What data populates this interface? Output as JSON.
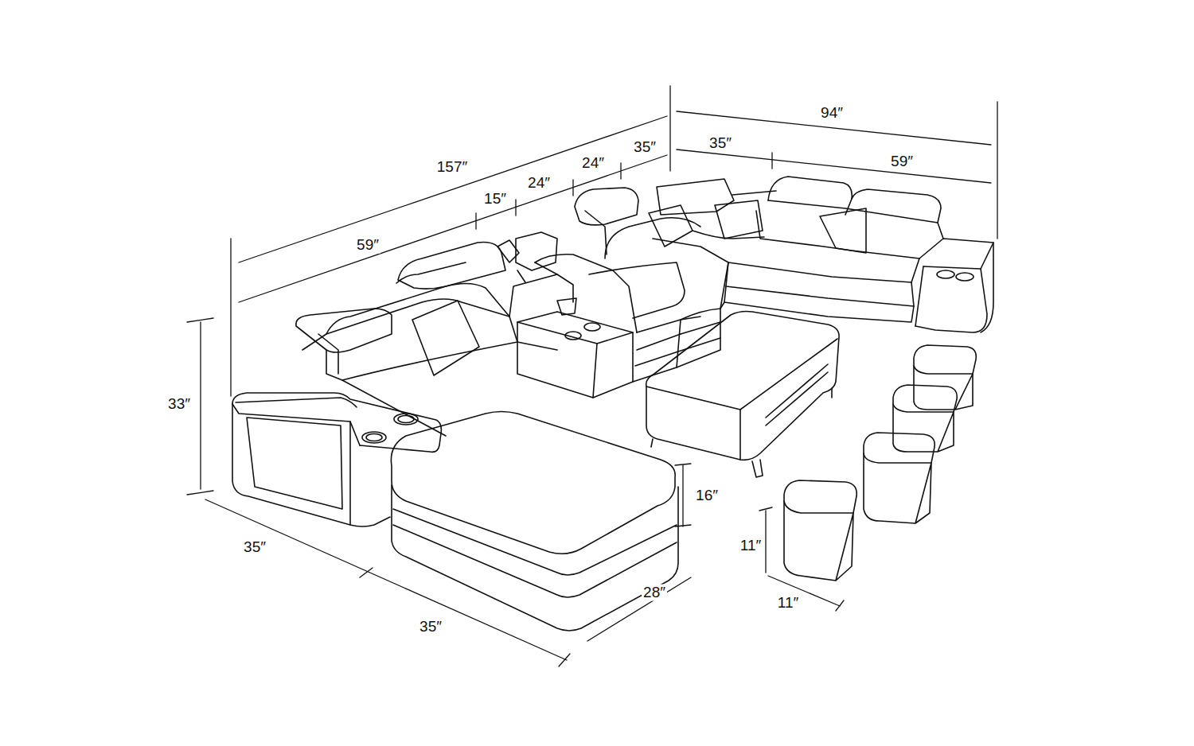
{
  "diagram": {
    "labels": [
      "94″",
      "35″",
      "59″",
      "157″",
      "24″",
      "35″",
      "15″",
      "24″",
      "59″",
      "33″",
      "16″",
      "11″",
      "35″",
      "28″",
      "11″",
      "35″"
    ]
  }
}
